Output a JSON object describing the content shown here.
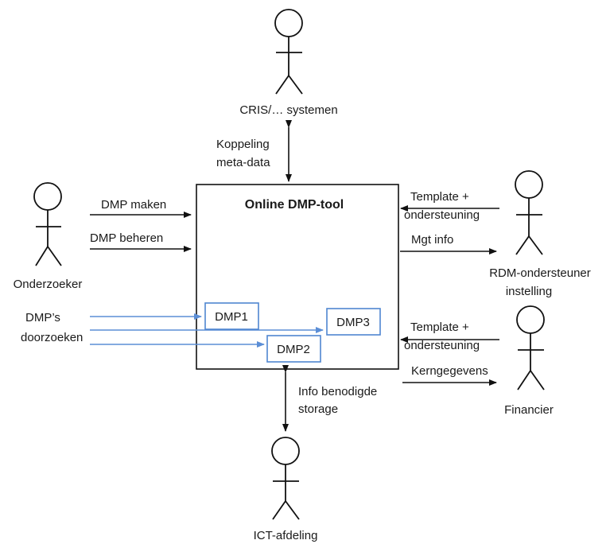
{
  "tool": {
    "title": "Online DMP-tool"
  },
  "actors": {
    "cris": "CRIS/… systemen",
    "onderzoeker": "Onderzoeker",
    "rdm_line1": "RDM-ondersteuner",
    "rdm_line2": "instelling",
    "financier": "Financier",
    "ict": "ICT-afdeling"
  },
  "flows": {
    "koppeling_line1": "Koppeling",
    "koppeling_line2": "meta-data",
    "dmp_maken": "DMP maken",
    "dmp_beheren": "DMP beheren",
    "template_rdm_line1": "Template +",
    "template_rdm_line2": "ondersteuning",
    "mgt_info": "Mgt info",
    "zoeken_line1": "DMP’s",
    "zoeken_line2": "doorzoeken",
    "template_fin_line1": "Template +",
    "template_fin_line2": "ondersteuning",
    "kerngegevens": "Kerngegevens",
    "storage_line1": "Info benodigde",
    "storage_line2": "storage"
  },
  "dmps": {
    "dmp1": "DMP1",
    "dmp2": "DMP2",
    "dmp3": "DMP3"
  }
}
